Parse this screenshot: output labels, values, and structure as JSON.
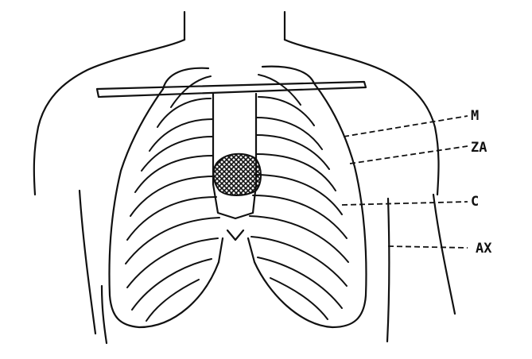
{
  "diagram": {
    "labels": {
      "m": "M",
      "za": "ZA",
      "c": "C",
      "ax": "AX"
    }
  }
}
